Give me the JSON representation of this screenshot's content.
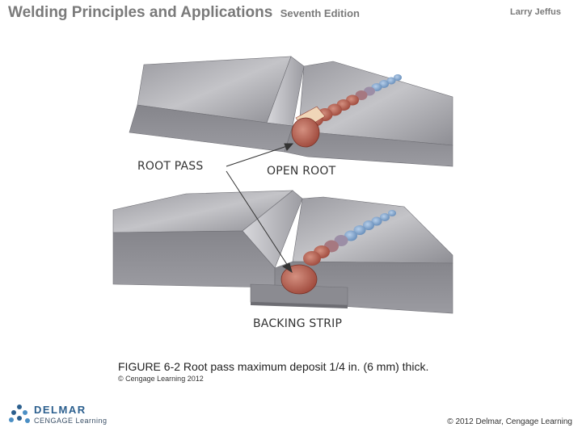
{
  "header": {
    "title": "Welding Principles and Applications",
    "edition": "Seventh Edition",
    "author": "Larry Jeffus"
  },
  "figure": {
    "callouts": {
      "root_pass": "ROOT PASS",
      "open_root": "OPEN ROOT",
      "backing_strip": "BACKING STRIP"
    }
  },
  "caption": "FIGURE 6-2 Root pass maximum deposit 1/4 in. (6 mm) thick.",
  "caption_copyright": "© Cengage Learning 2012",
  "footer": {
    "logo_line1": "DELMAR",
    "logo_line2": "CENGAGE Learning",
    "copyright": "© 2012 Delmar, Cengage Learning"
  },
  "colors": {
    "header_text": "#7a7a7a",
    "steel_light": "#c9c9cc",
    "steel_dark": "#7e7e84",
    "weld_root": "#b5584a",
    "weld_cap": "#7fa5cf"
  }
}
